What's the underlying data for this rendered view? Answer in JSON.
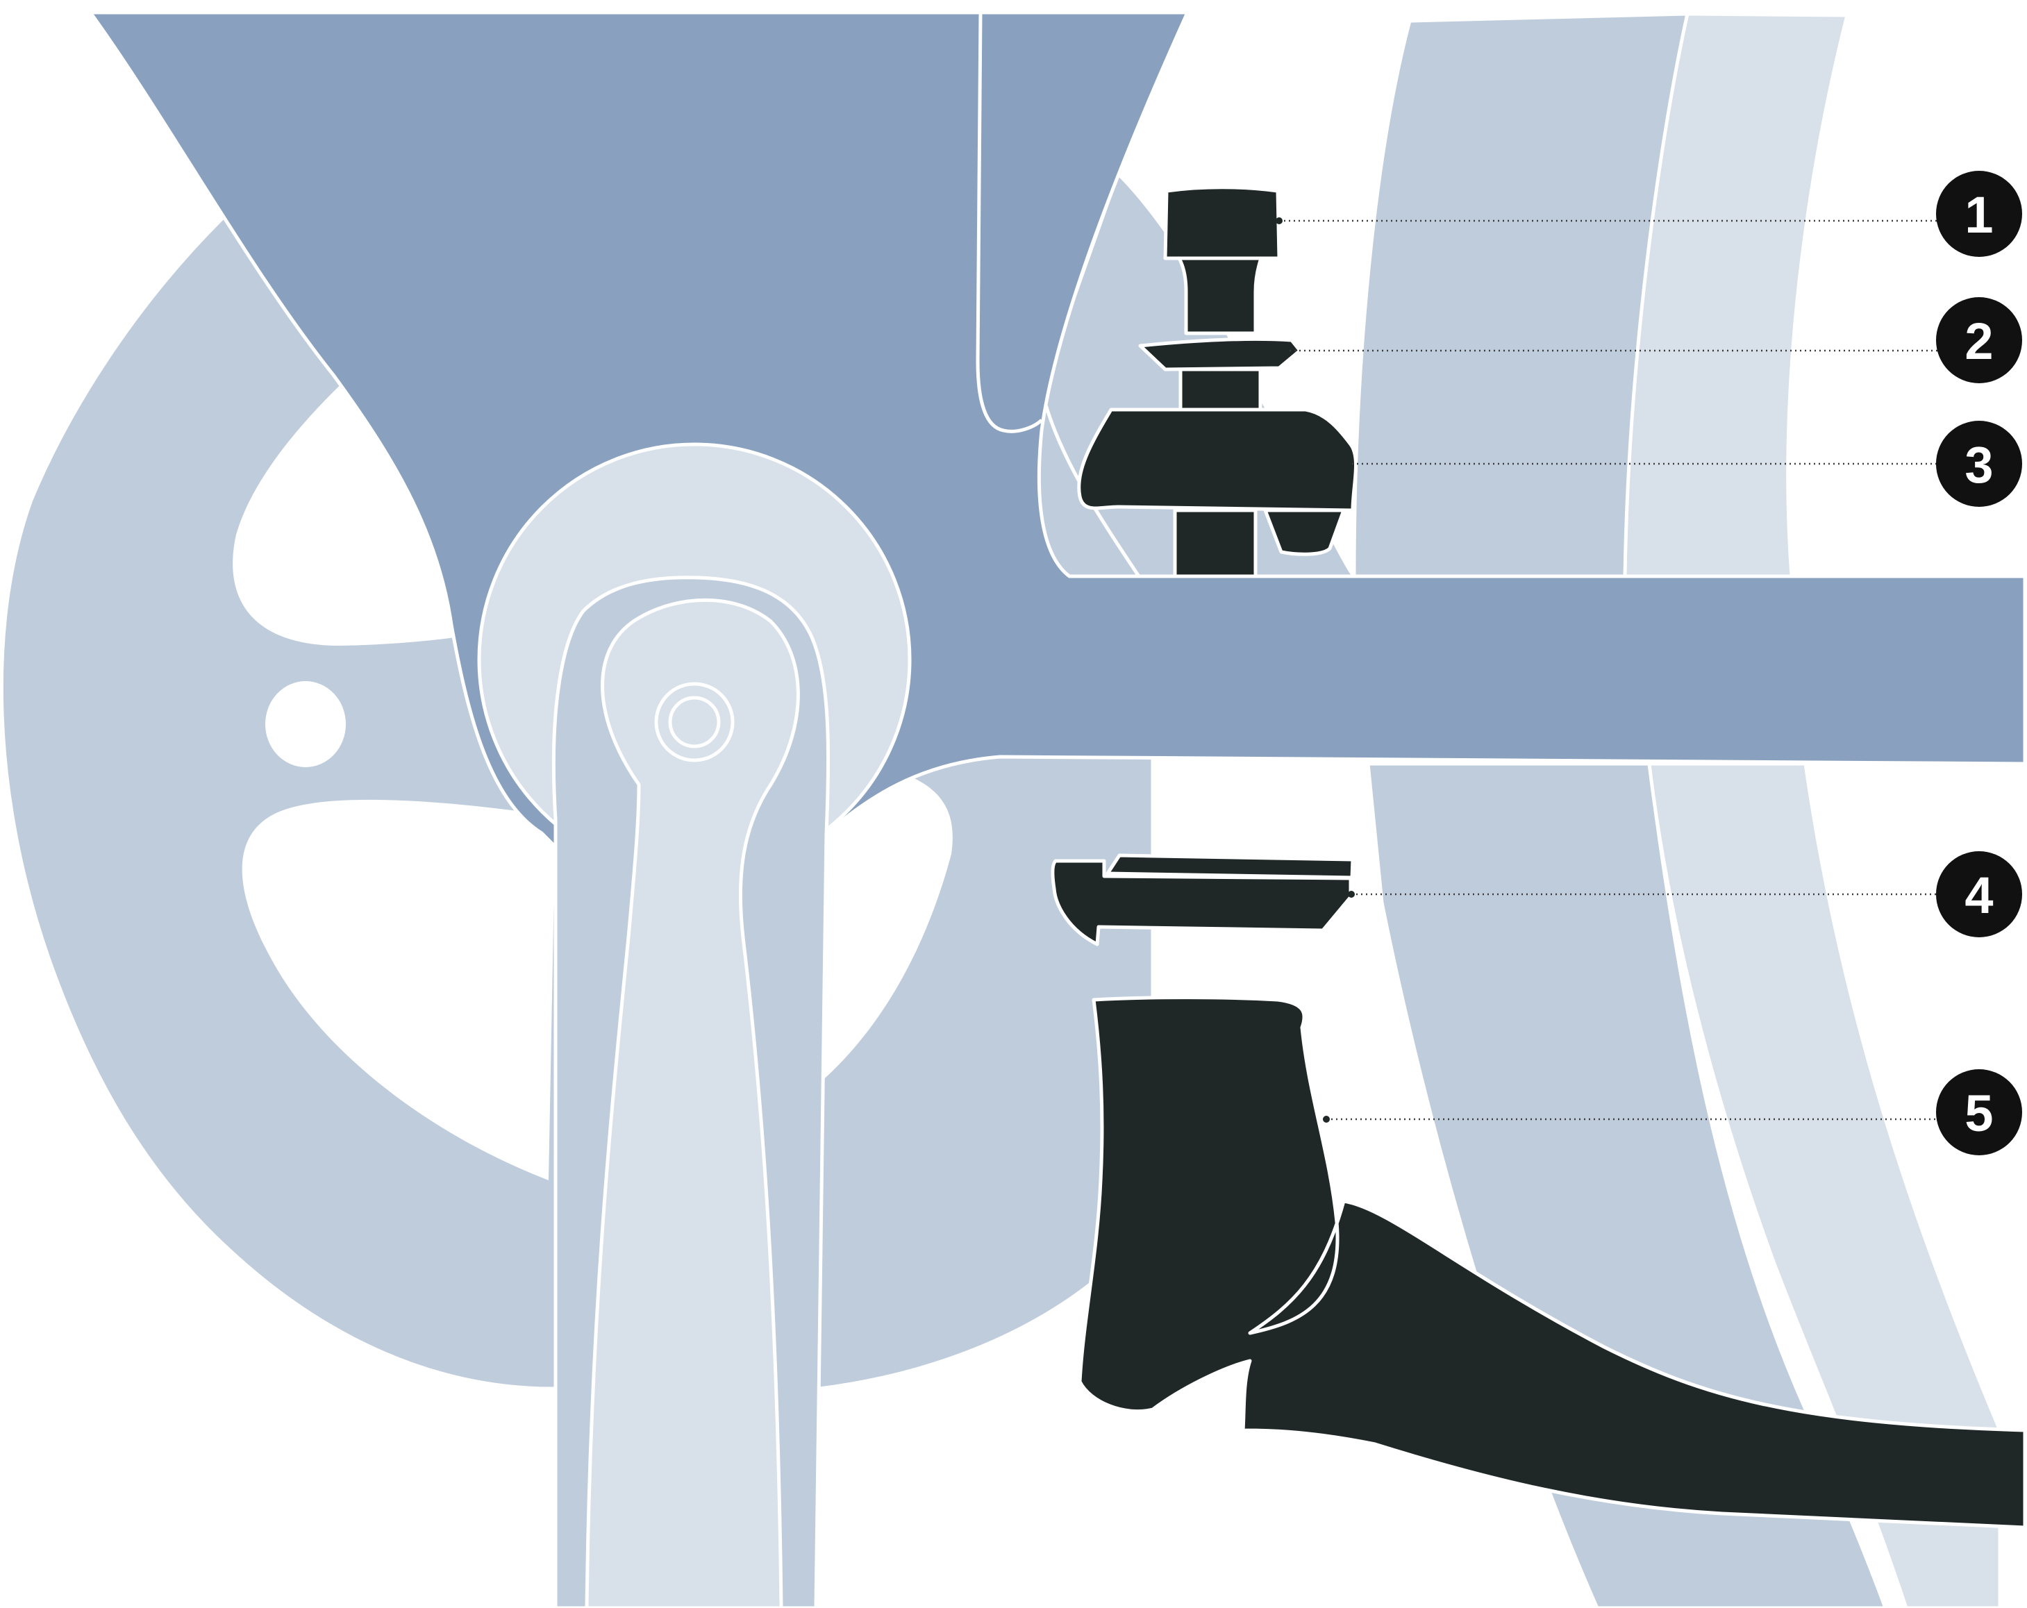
{
  "colors": {
    "frame": "#89a1bf",
    "chainring": "#bfccdc",
    "crank_arm": "#d8e0ea",
    "parts": "#202827",
    "callout_badge": "#111111",
    "callout_text": "#ffffff"
  },
  "callouts": [
    {
      "label": "1",
      "icon": "numbered-badge"
    },
    {
      "label": "2",
      "icon": "numbered-badge"
    },
    {
      "label": "3",
      "icon": "numbered-badge"
    },
    {
      "label": "4",
      "icon": "numbered-badge"
    },
    {
      "label": "5",
      "icon": "numbered-badge"
    }
  ]
}
